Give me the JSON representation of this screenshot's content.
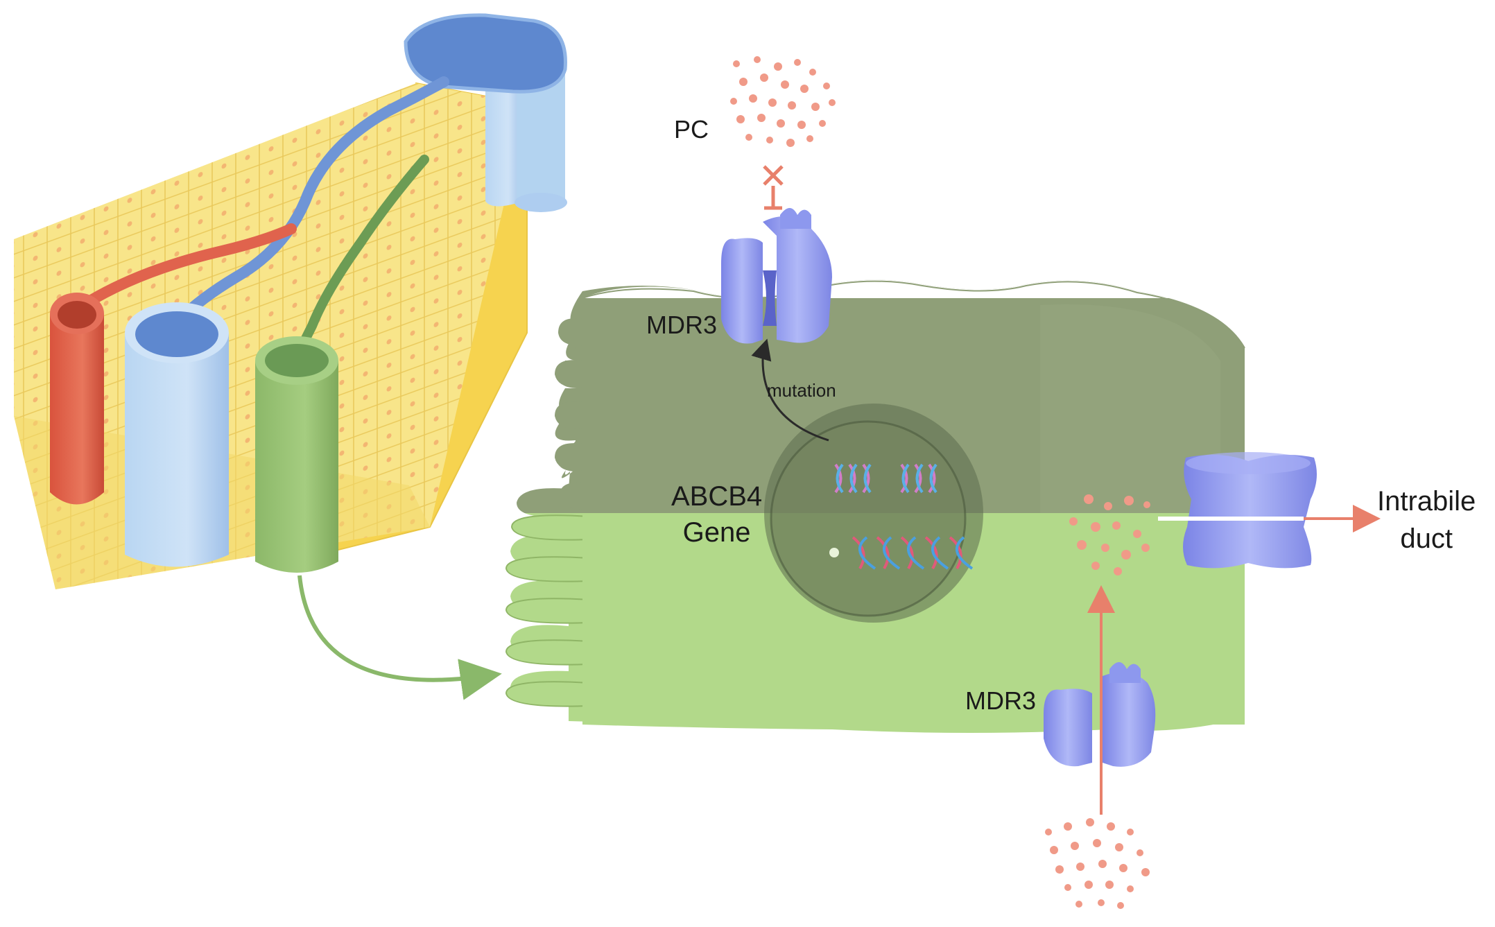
{
  "labels": {
    "pc": "PC",
    "mdr3_top": "MDR3",
    "mutation": "mutation",
    "gene_line1": "ABCB4",
    "gene_line2": "Gene",
    "duct_line1": "Intrabile",
    "duct_line2": "duct",
    "mdr3_bottom": "MDR3"
  },
  "icons": {
    "liver_lobule": "liver-lobule-icon",
    "transporter": "mdr3-transporter-icon",
    "channel": "bile-channel-icon",
    "dna": "dna-icon",
    "block": "block-x-icon"
  },
  "colors": {
    "liver_yellow": "#f5dc74",
    "hepatic_artery": "#e0634d",
    "bile_blue": "#6f95d6",
    "portal_green": "#8cb869",
    "cell_dark": "#8f9f78",
    "cell_light": "#b2d98a",
    "transporter": "#8d98ee",
    "pc_dots": "#f09a88",
    "arrow_salmon": "#e8806b"
  }
}
